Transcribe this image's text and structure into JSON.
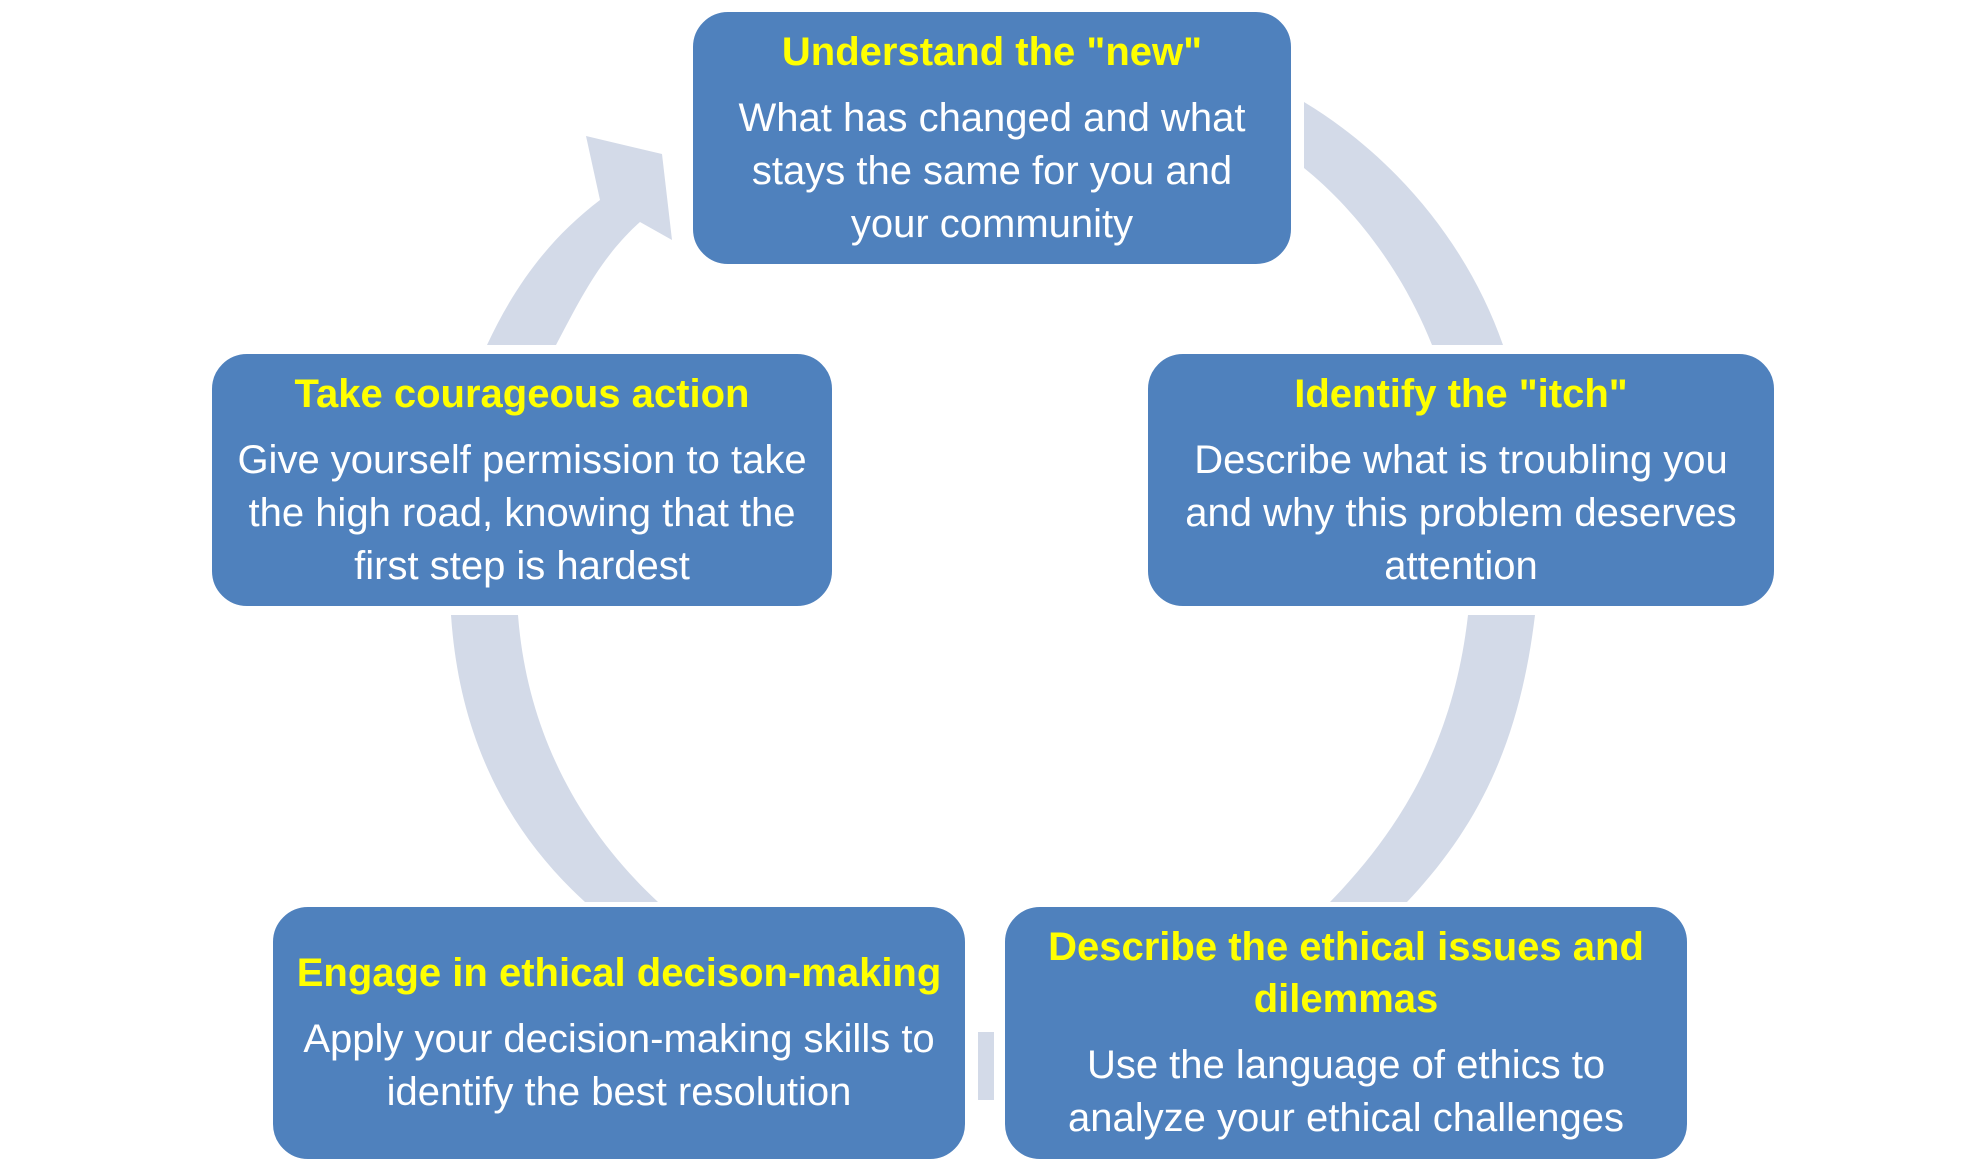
{
  "colors": {
    "node_fill": "#4f81bd",
    "title_text": "#ffff00",
    "body_text": "#ffffff",
    "arrow": "#d3dae8"
  },
  "steps": [
    {
      "title": "Understand the \"new\"",
      "description": "What has changed and what stays the same for you and your community"
    },
    {
      "title": "Identify the \"itch\"",
      "description": "Describe what is troubling you and why this problem deserves attention"
    },
    {
      "title": "Describe the ethical issues and dilemmas",
      "description": "Use the language of ethics to analyze your ethical challenges"
    },
    {
      "title": "Engage in ethical decison-making",
      "description": "Apply your decision-making skills to identify the best resolution"
    },
    {
      "title": "Take courageous action",
      "description": "Give yourself permission to take the high road, knowing that the first step is hardest"
    }
  ]
}
